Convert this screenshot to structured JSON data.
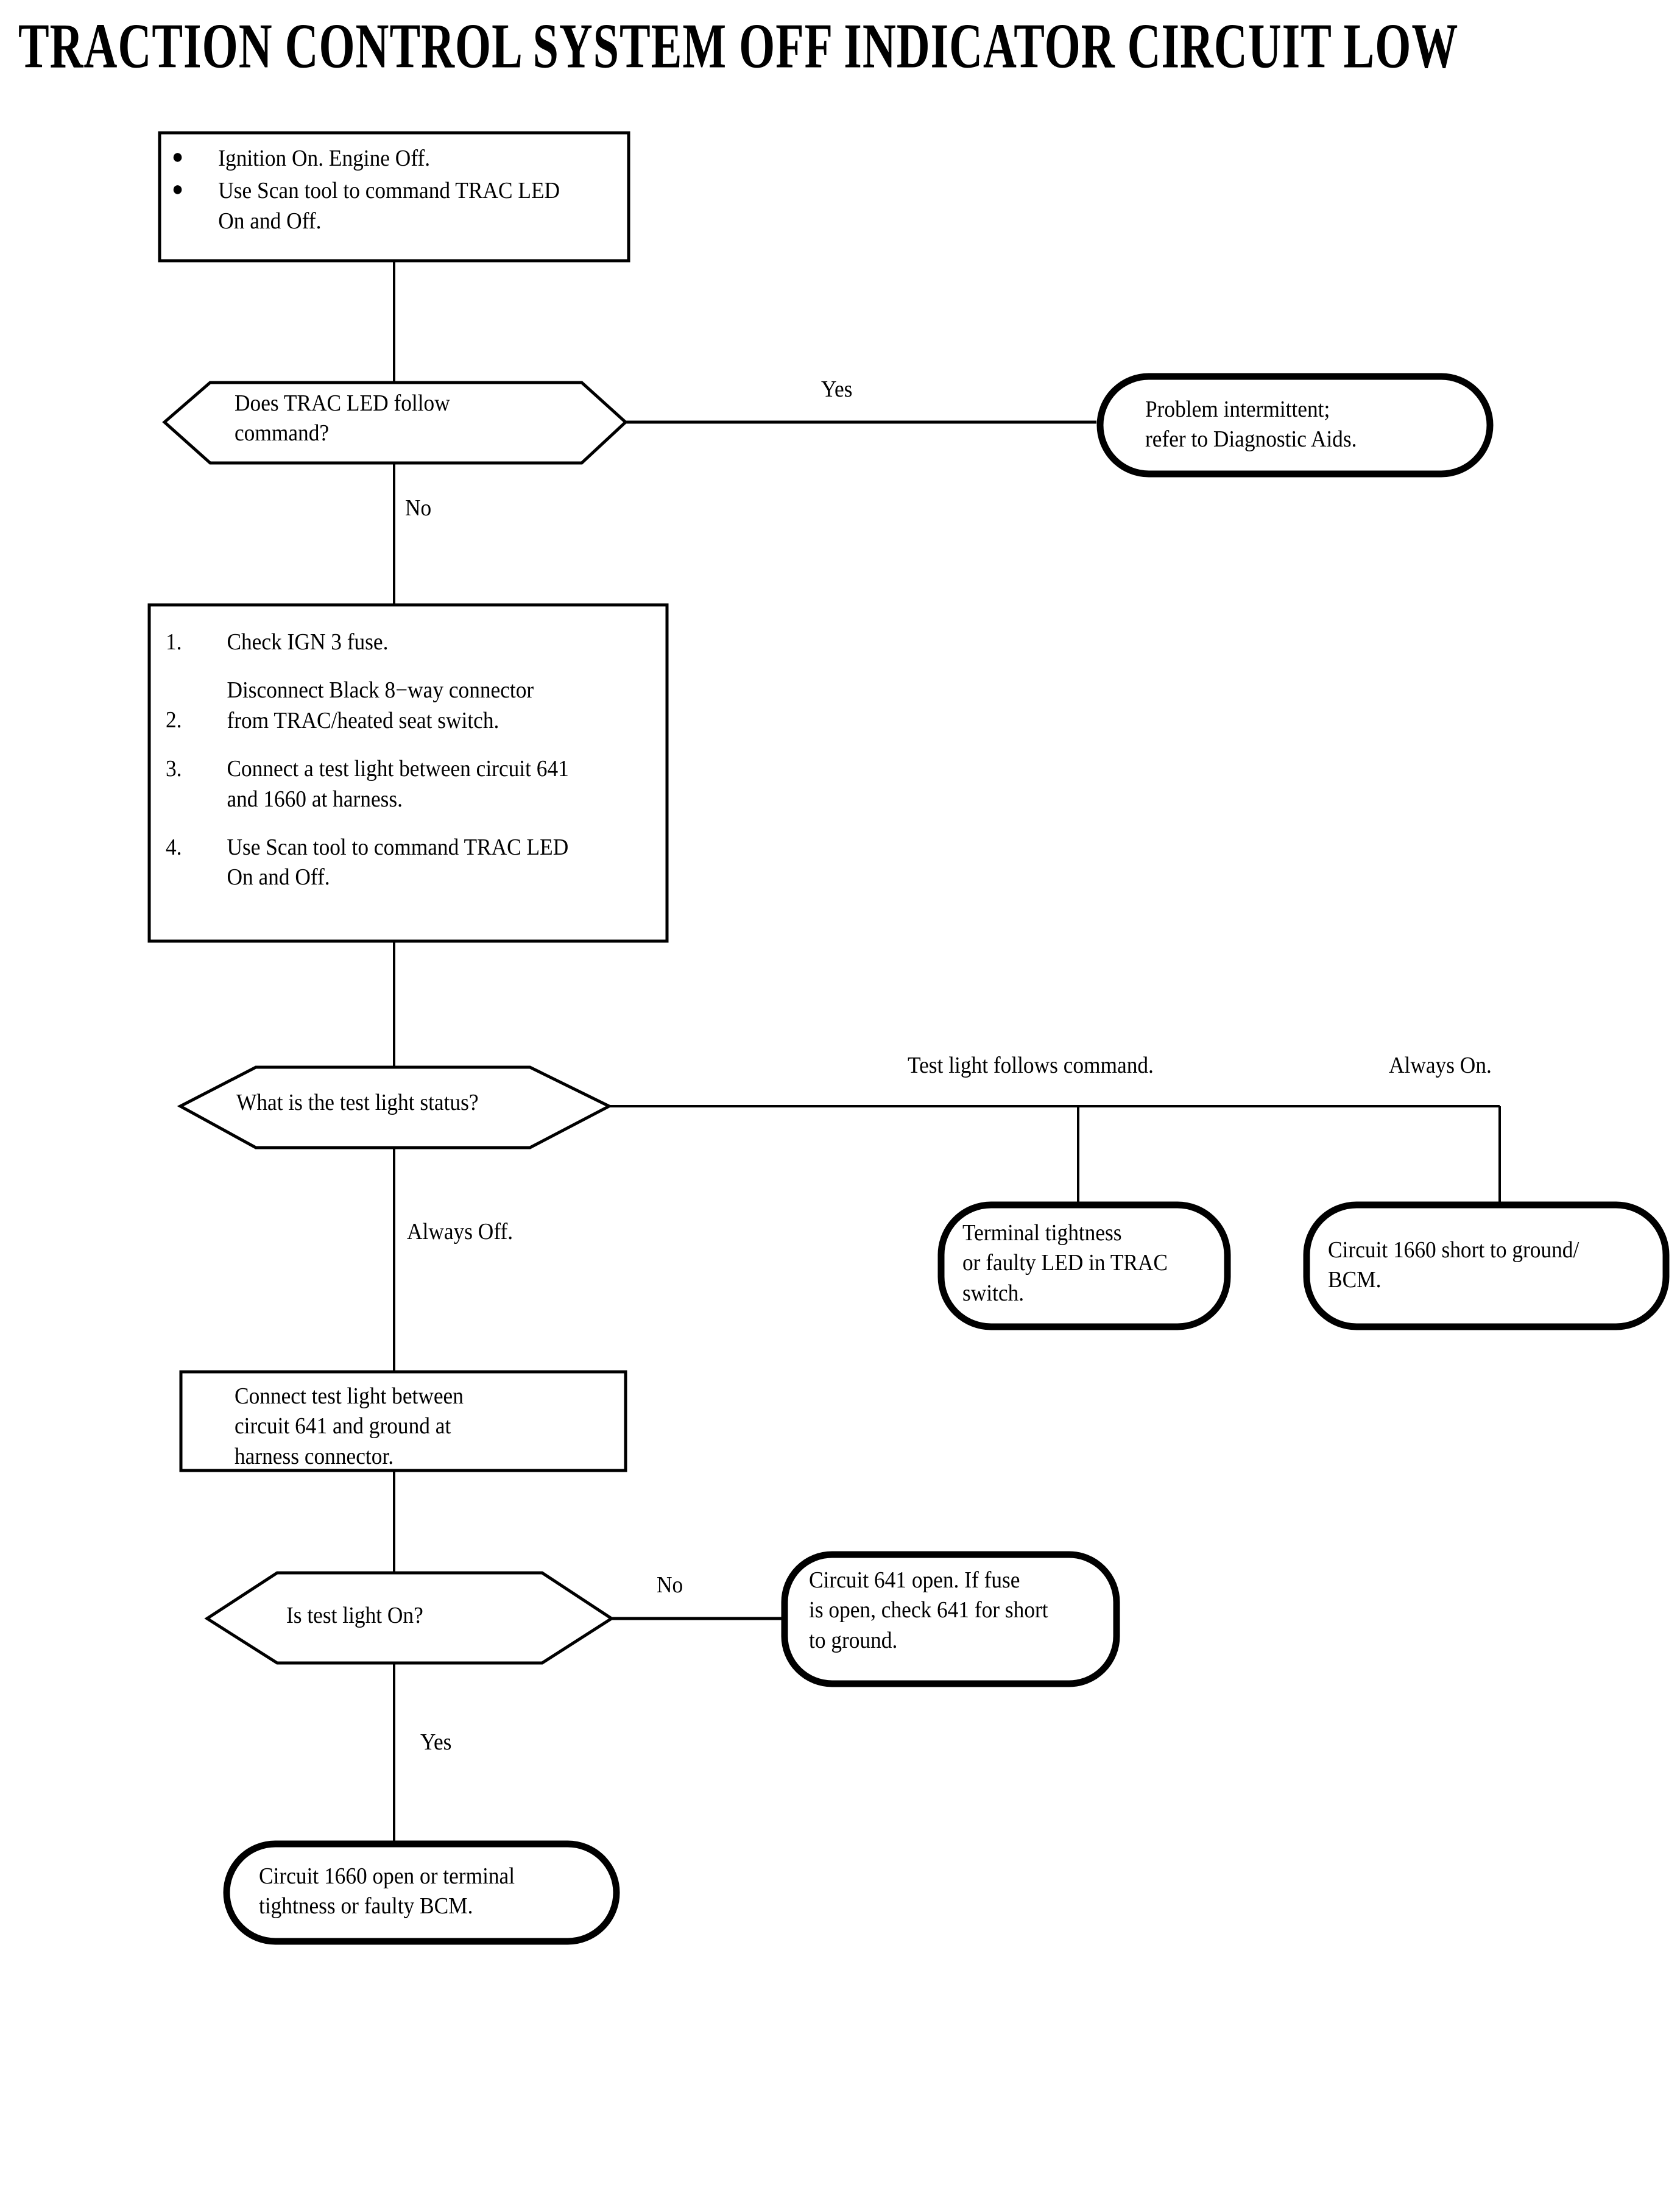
{
  "document": {
    "title": "TRACTION CONTROL SYSTEM OFF INDICATOR CIRCUIT LOW",
    "type": "diagnostic-flowchart",
    "colors": {
      "background": "#ffffff",
      "line": "#000000",
      "text": "#000000"
    }
  },
  "nodes": {
    "start_conditions": {
      "shape": "rectangle",
      "bullets": [
        "Ignition On. Engine Off.",
        "Use Scan tool to command TRAC LED On and Off."
      ]
    },
    "decision_led_follows": {
      "shape": "hexagon",
      "line1": "Does TRAC LED follow",
      "line2": "command?"
    },
    "result_intermittent": {
      "shape": "terminator",
      "line1": "Problem intermittent;",
      "line2": "refer to Diagnostic Aids."
    },
    "steps_box": {
      "shape": "rectangle",
      "items": [
        {
          "number": "1.",
          "lines": [
            "Check IGN 3 fuse."
          ],
          "number_align": "first-line"
        },
        {
          "number": "2.",
          "lines": [
            "Disconnect Black 8−way  connector",
            "from TRAC/heated seat switch."
          ],
          "number_align": "second-line"
        },
        {
          "number": "3.",
          "lines": [
            "Connect a test light between circuit 641",
            "and 1660 at harness."
          ],
          "number_align": "first-line"
        },
        {
          "number": "4.",
          "lines": [
            "Use Scan tool to command TRAC LED",
            "On and Off."
          ],
          "number_align": "first-line"
        }
      ]
    },
    "decision_test_light_status": {
      "shape": "hexagon",
      "line1": "What is the test light status?"
    },
    "result_terminal_tightness": {
      "shape": "terminator",
      "line1": "Terminal tightness",
      "line2": "or faulty LED in TRAC",
      "line3": "switch."
    },
    "result_1660_short": {
      "shape": "terminator",
      "line1": "Circuit 1660 short to ground/",
      "line2": "BCM."
    },
    "box_connect_641_ground": {
      "shape": "rectangle",
      "line1": "Connect test light between",
      "line2": "circuit 641 and ground at",
      "line3": "harness connector."
    },
    "decision_test_light_on": {
      "shape": "hexagon",
      "line1": "Is test light On?"
    },
    "result_641_open": {
      "shape": "terminator",
      "line1": "Circuit 641 open.  If fuse",
      "line2": "is open, check 641 for short",
      "line3": "to ground."
    },
    "result_1660_open": {
      "shape": "terminator",
      "line1": "Circuit 1660 open or terminal",
      "line2": "tightness or faulty BCM."
    }
  },
  "edge_labels": {
    "yes_led_follows": "Yes",
    "no_led_follows": "No",
    "test_light_follows_command": "Test light follows command.",
    "always_on": "Always On.",
    "always_off": "Always Off.",
    "no_test_light_on": "No",
    "yes_test_light_on": "Yes"
  }
}
